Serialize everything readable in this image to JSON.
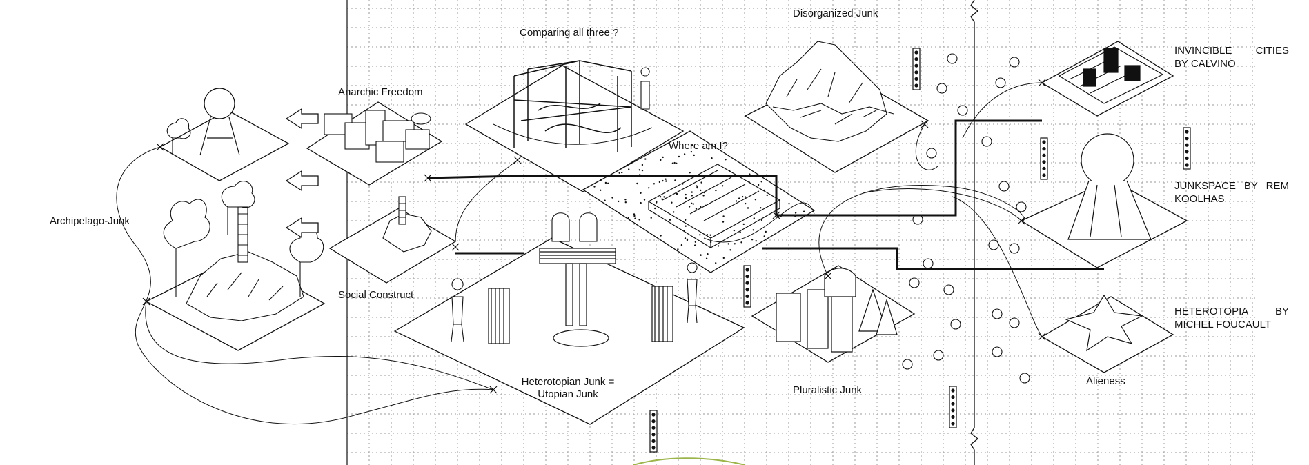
{
  "labels": {
    "comparing": "Comparing all three ?",
    "disorganized": "Disorganized Junk",
    "anarchic": "Anarchic Freedom",
    "where": "Where am I?",
    "archipelago": "Archipelago-Junk",
    "social": "Social Construct",
    "heterotopian_line1": "Heterotopian Junk =",
    "heterotopian_line2": "Utopian Junk",
    "pluralistic": "Pluralistic Junk",
    "alieness": "Alieness"
  },
  "references": {
    "calvino": {
      "line1": "INVINCIBLE CITIES",
      "line2": "BY CALVINO"
    },
    "koolhaas": {
      "line1": "JUNKSPACE BY REM",
      "line2": "KOOLHAS"
    },
    "foucault": {
      "line1": "HETEROTOPIA BY",
      "line2": "MICHEL FOUCAULT"
    }
  },
  "colors": {
    "ink": "#111111",
    "grid": "#9a9a9a",
    "accent_arc": "#9bb54a"
  }
}
